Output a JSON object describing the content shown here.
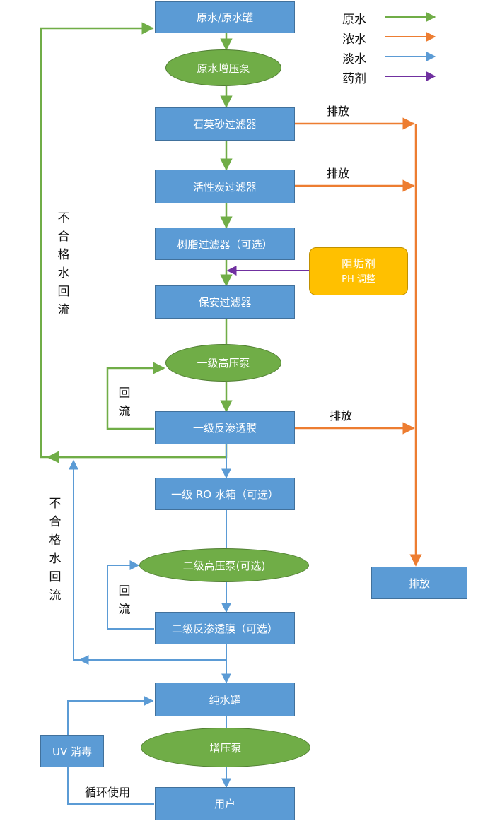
{
  "legend": [
    {
      "label": "原水",
      "color": "#70ad47"
    },
    {
      "label": "浓水",
      "color": "#ed7d31"
    },
    {
      "label": "淡水",
      "color": "#5b9bd5"
    },
    {
      "label": "药剂",
      "color": "#7030a0"
    }
  ],
  "nodes": {
    "raw_tank": "原水/原水罐",
    "raw_pump": "原水增压泵",
    "quartz_filter": "石英砂过滤器",
    "carbon_filter": "活性炭过滤器",
    "resin_filter": "树脂过滤器（可选）",
    "security_filter": "保安过滤器",
    "stage1_pump": "一级高压泵",
    "stage1_ro": "一级反渗透膜",
    "ro_tank": "一级 RO 水箱（可选）",
    "stage2_pump": "二级高压泵(可选)",
    "stage2_ro": "二级反渗透膜（可选）",
    "pure_tank": "纯水罐",
    "booster_pump": "增压泵",
    "user": "用户",
    "uv": "UV 消毒",
    "discharge": "排放"
  },
  "chemical": {
    "line1": "阻垢剂",
    "line2": "PH 调整"
  },
  "labels": {
    "discharge_1": "排放",
    "discharge_2": "排放",
    "discharge_3": "排放",
    "reflux_1": "回\n流",
    "reflux_2": "回\n流",
    "return_1": "不合格水回流",
    "return_2": "不合格水回流",
    "circulate": "循环使用"
  }
}
